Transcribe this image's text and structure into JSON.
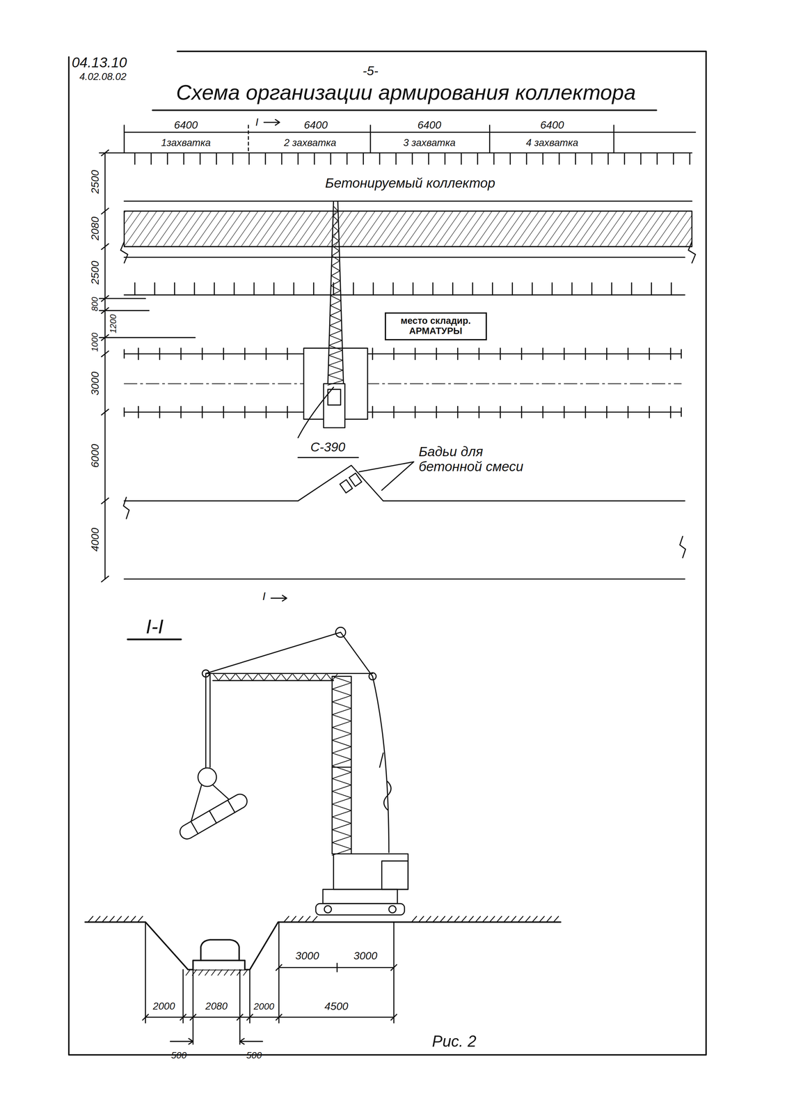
{
  "diagram": {
    "title": "Схема организации армирования коллектора",
    "caption": "Рис. 2",
    "nodes": [
      {
        "text": [
          "место складир. АРМАТУРЫ"
        ]
      }
    ],
    "labels": [
      "04.13.10",
      "4.02.08.02",
      "-5-",
      "6400",
      "I",
      "6400",
      "6400",
      "6400",
      "1захватка",
      "2 захватка",
      "3 захватка",
      "4 захватка",
      "2500",
      "2080",
      "2500",
      "800",
      "1200",
      "1000",
      "3000",
      "6000",
      "4000",
      "Бетонируемый коллектор",
      "С-390",
      "Бадьи для бетонной смеси",
      "I",
      "I-I",
      "3000",
      "3000",
      "2000",
      "2080",
      "2000",
      "4500",
      "500",
      "500"
    ]
  }
}
